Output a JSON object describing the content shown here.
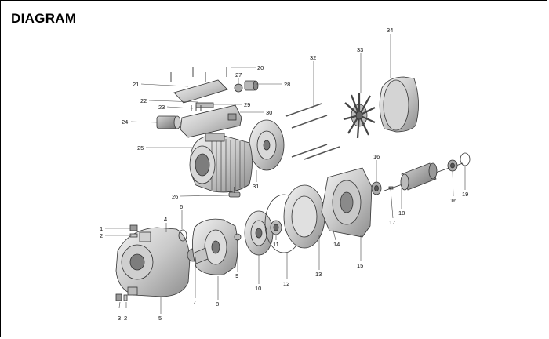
{
  "title": "DIAGRAM",
  "callouts": [
    "1",
    "2",
    "3",
    "4",
    "5",
    "6",
    "7",
    "8",
    "9",
    "10",
    "11",
    "12",
    "13",
    "14",
    "15",
    "16",
    "17",
    "18",
    "19",
    "20",
    "21",
    "22",
    "23",
    "24",
    "25",
    "26",
    "27",
    "28",
    "29",
    "30",
    "31",
    "32",
    "33",
    "34"
  ],
  "colors": {
    "line": "#333333",
    "fill_light": "#e6e6e6",
    "fill_mid": "#bdbdbd",
    "fill_dark": "#8a8a8a"
  }
}
